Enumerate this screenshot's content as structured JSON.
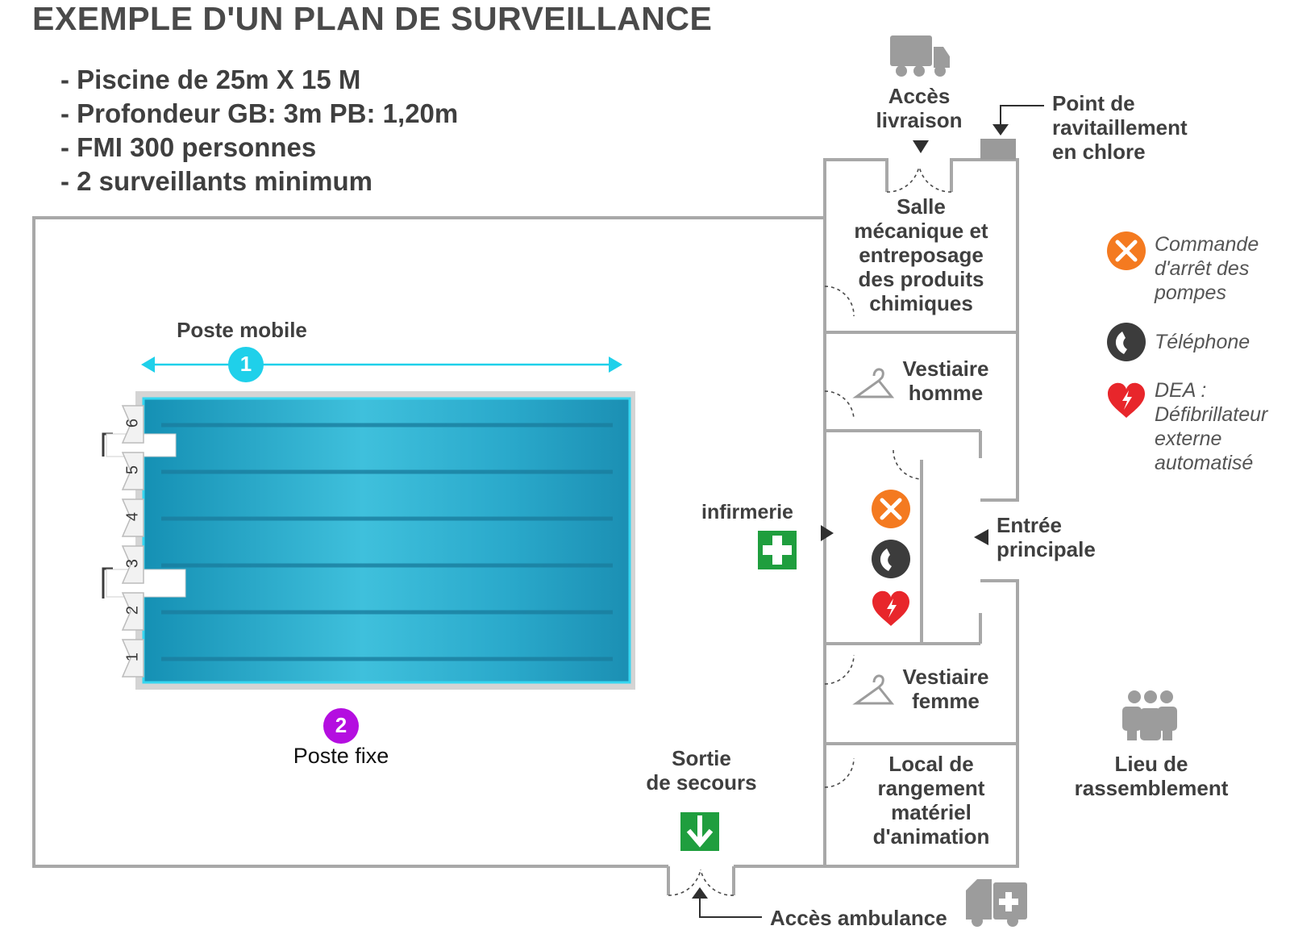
{
  "title": "EXEMPLE D'UN PLAN DE SURVEILLANCE",
  "info": [
    "- Piscine de 25m X 15 M",
    "- Profondeur GB: 3m PB: 1,20m",
    "- FMI 300 personnes",
    "- 2 surveillants minimum"
  ],
  "posts": {
    "mobile": {
      "number": "1",
      "label": "Poste mobile",
      "color": "#1fd0ea"
    },
    "fixe": {
      "number": "2",
      "label": "Poste fixe",
      "color": "#b40ee0"
    }
  },
  "lanes": [
    "1",
    "2",
    "3",
    "4",
    "5",
    "6"
  ],
  "rooms": {
    "delivery": [
      "Accès",
      "livraison"
    ],
    "chlorine": [
      "Point de",
      "ravitaillement",
      "en chlore"
    ],
    "mechanical": [
      "Salle",
      "mécanique et",
      "entreposage",
      "des produits",
      "chimiques"
    ],
    "locker_men": [
      "Vestiaire",
      "homme"
    ],
    "infirmary": "infirmerie",
    "main_entrance": [
      "Entrée",
      "principale"
    ],
    "locker_women": [
      "Vestiaire",
      "femme"
    ],
    "storage": [
      "Local de",
      "rangement",
      "matériel",
      "d'animation"
    ],
    "emergency_exit": [
      "Sortie",
      "de secours"
    ],
    "ambulance": "Accès ambulance",
    "assembly": [
      "Lieu de",
      "rassemblement"
    ]
  },
  "legend": [
    {
      "icon": "pump-stop-icon",
      "color": "#f47a20",
      "lines": [
        "Commande",
        "d'arrêt des",
        "pompes"
      ]
    },
    {
      "icon": "telephone-icon",
      "color": "#3c3c3c",
      "lines": [
        "Téléphone"
      ]
    },
    {
      "icon": "defibrillator-icon",
      "color": "#e8262b",
      "lines": [
        "DEA :",
        "Défibrillateur",
        "externe",
        "automatisé"
      ]
    }
  ],
  "colors": {
    "wall": "#a8a8a8",
    "pool_water": "#2bb3cf",
    "pool_edge": "#d0d0d0",
    "first_aid": "#1f9e3e",
    "arrow_dark": "#2f2f2f"
  }
}
